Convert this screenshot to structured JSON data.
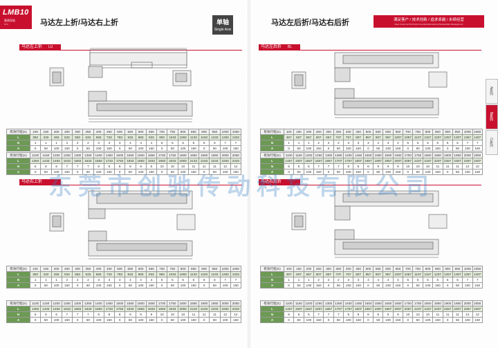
{
  "brand": {
    "logo": "LMB10",
    "logo_sub1": "直线导轨",
    "logo_sub2": "DLS"
  },
  "left_page": {
    "title": "马达左上折/马达右上折",
    "sections": [
      {
        "label": "马达左上折",
        "code": "LU"
      },
      {
        "label": "马达右上折",
        "code": ""
      }
    ]
  },
  "center_badge": {
    "zh": "单轴",
    "en": "Single Axis"
  },
  "right_page": {
    "title": "马达左后折/马达右后折",
    "slogan": "满足客户 / 技术创新 / 追求卓越 / 永续经营",
    "slogan_en": "Meet Customer/Technical Innovation/Excellence/Sustainable Management",
    "sections": [
      {
        "label": "马达左后折",
        "code": "BL"
      },
      {
        "label": "马达右后折",
        "code": ""
      }
    ]
  },
  "side_tabs": [
    {
      "label": "A系列",
      "active": false
    },
    {
      "label": "B系列",
      "active": true
    },
    {
      "label": "C系列",
      "active": false
    }
  ],
  "watermark": "东莞市创驰传动科技有限公司",
  "tables": {
    "left_a": {
      "header": [
        "有效行程(S)",
        "100",
        "150",
        "200",
        "250",
        "300",
        "350",
        "400",
        "450",
        "500",
        "550",
        "600",
        "650",
        "700",
        "750",
        "800",
        "850",
        "900",
        "950",
        "1000",
        "1050"
      ],
      "rows": [
        {
          "label": "L",
          "values": [
            "383",
            "433",
            "483",
            "533",
            "583",
            "633",
            "683",
            "733",
            "783",
            "833",
            "883",
            "933",
            "983",
            "1033",
            "1083",
            "1133",
            "1183",
            "1233",
            "1283",
            "1333"
          ]
        },
        {
          "label": "N",
          "values": [
            "1",
            "1",
            "1",
            "2",
            "2",
            "2",
            "3",
            "3",
            "3",
            "4",
            "4",
            "4",
            "5",
            "5",
            "5",
            "6",
            "6",
            "6",
            "7",
            "7"
          ]
        },
        {
          "label": "A",
          "values": [
            "0",
            "50",
            "100",
            "150",
            "0",
            "50",
            "100",
            "150",
            "0",
            "50",
            "100",
            "150",
            "0",
            "50",
            "100",
            "150",
            "0",
            "50",
            "100",
            "150"
          ]
        }
      ]
    },
    "left_b": {
      "header": [
        "有效行程(S)",
        "1100",
        "1150",
        "1200",
        "1250",
        "1300",
        "1350",
        "1400",
        "1450",
        "1500",
        "1550",
        "1600",
        "1650",
        "1700",
        "1750",
        "1800",
        "1850",
        "1900",
        "1950",
        "2000",
        "2050"
      ],
      "rows": [
        {
          "label": "L",
          "values": [
            "1383",
            "1433",
            "1483",
            "1533",
            "1583",
            "1633",
            "1683",
            "1733",
            "1783",
            "1833",
            "1883",
            "1933",
            "1983",
            "2033",
            "2083",
            "2133",
            "2183",
            "2233",
            "2283",
            "2333"
          ]
        },
        {
          "label": "N",
          "values": [
            "6",
            "6",
            "6",
            "7",
            "7",
            "7",
            "8",
            "8",
            "8",
            "9",
            "9",
            "9",
            "10",
            "10",
            "10",
            "11",
            "11",
            "11",
            "12",
            "12"
          ]
        },
        {
          "label": "A",
          "values": [
            "0",
            "50",
            "100",
            "150",
            "0",
            "50",
            "100",
            "150",
            "0",
            "50",
            "100",
            "150",
            "0",
            "50",
            "100",
            "150",
            "0",
            "50",
            "100",
            "150"
          ]
        }
      ]
    },
    "right_a": {
      "header": [
        "有效行程(S)",
        "100",
        "150",
        "200",
        "250",
        "300",
        "350",
        "400",
        "450",
        "500",
        "550",
        "600",
        "650",
        "700",
        "750",
        "800",
        "850",
        "900",
        "950",
        "1000",
        "1050"
      ],
      "rows": [
        {
          "label": "L",
          "values": [
            "457",
            "507",
            "557",
            "607",
            "657",
            "707",
            "757",
            "807",
            "857",
            "907",
            "957",
            "1007",
            "1057",
            "1107",
            "1157",
            "1207",
            "1257",
            "1307",
            "1357",
            "1407"
          ]
        },
        {
          "label": "N",
          "values": [
            "1",
            "1",
            "1",
            "2",
            "2",
            "2",
            "3",
            "3",
            "3",
            "4",
            "4",
            "4",
            "5",
            "5",
            "5",
            "6",
            "6",
            "6",
            "7",
            "7"
          ]
        },
        {
          "label": "A",
          "values": [
            "0",
            "50",
            "100",
            "150",
            "0",
            "50",
            "100",
            "150",
            "0",
            "50",
            "100",
            "150",
            "0",
            "50",
            "100",
            "150",
            "0",
            "50",
            "100",
            "150"
          ]
        }
      ]
    },
    "right_b": {
      "header": [
        "有效行程(S)",
        "1100",
        "1150",
        "1200",
        "1250",
        "1300",
        "1350",
        "1400",
        "1450",
        "1500",
        "1550",
        "1600",
        "1650",
        "1700",
        "1750",
        "1800",
        "1850",
        "1900",
        "1950",
        "2000",
        "2050"
      ],
      "rows": [
        {
          "label": "L",
          "values": [
            "1457",
            "1507",
            "1557",
            "1607",
            "1657",
            "1707",
            "1757",
            "1807",
            "1857",
            "1907",
            "1957",
            "2007",
            "2057",
            "2107",
            "2157",
            "2207",
            "2257",
            "2307",
            "2357",
            "2407"
          ]
        },
        {
          "label": "N",
          "values": [
            "6",
            "6",
            "6",
            "7",
            "7",
            "7",
            "8",
            "8",
            "8",
            "9",
            "9",
            "9",
            "10",
            "10",
            "10",
            "11",
            "11",
            "11",
            "12",
            "12"
          ]
        },
        {
          "label": "A",
          "values": [
            "0",
            "50",
            "100",
            "150",
            "0",
            "50",
            "100",
            "150",
            "0",
            "50",
            "100",
            "150",
            "0",
            "50",
            "100",
            "150",
            "0",
            "50",
            "100",
            "150"
          ]
        }
      ]
    }
  }
}
